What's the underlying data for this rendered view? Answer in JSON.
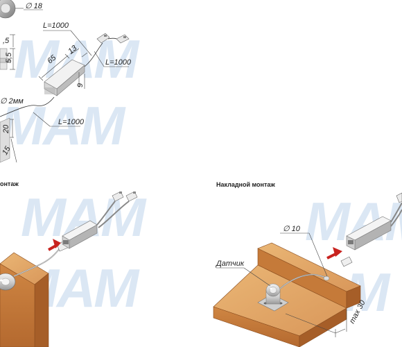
{
  "watermark": "MAM",
  "top_drawing": {
    "diameter_label": "∅ 18",
    "cable_left_label": "L=1000",
    "cable_right_label": "L=1000",
    "cable_bottom_label": "L=1000",
    "dim_65": "65",
    "dim_13": "13",
    "dim_9": "9",
    "dim_5_5": "5,5",
    "dim_5_top": ",5",
    "wire_label": "∅ 2мм",
    "dim_20": "20",
    "dim_15": "15"
  },
  "bottom_left": {
    "heading": "онтаж"
  },
  "bottom_right": {
    "heading": "Накладной монтаж",
    "hole_label": "∅ 10",
    "sensor_label": "Датчик",
    "max_label": "max 30"
  },
  "colors": {
    "wood_top": "#e3a867",
    "wood_side": "#b86f35",
    "wood_front": "#c97d3c",
    "arrow": "#c8231f",
    "watermark": "#dbe7f4"
  }
}
